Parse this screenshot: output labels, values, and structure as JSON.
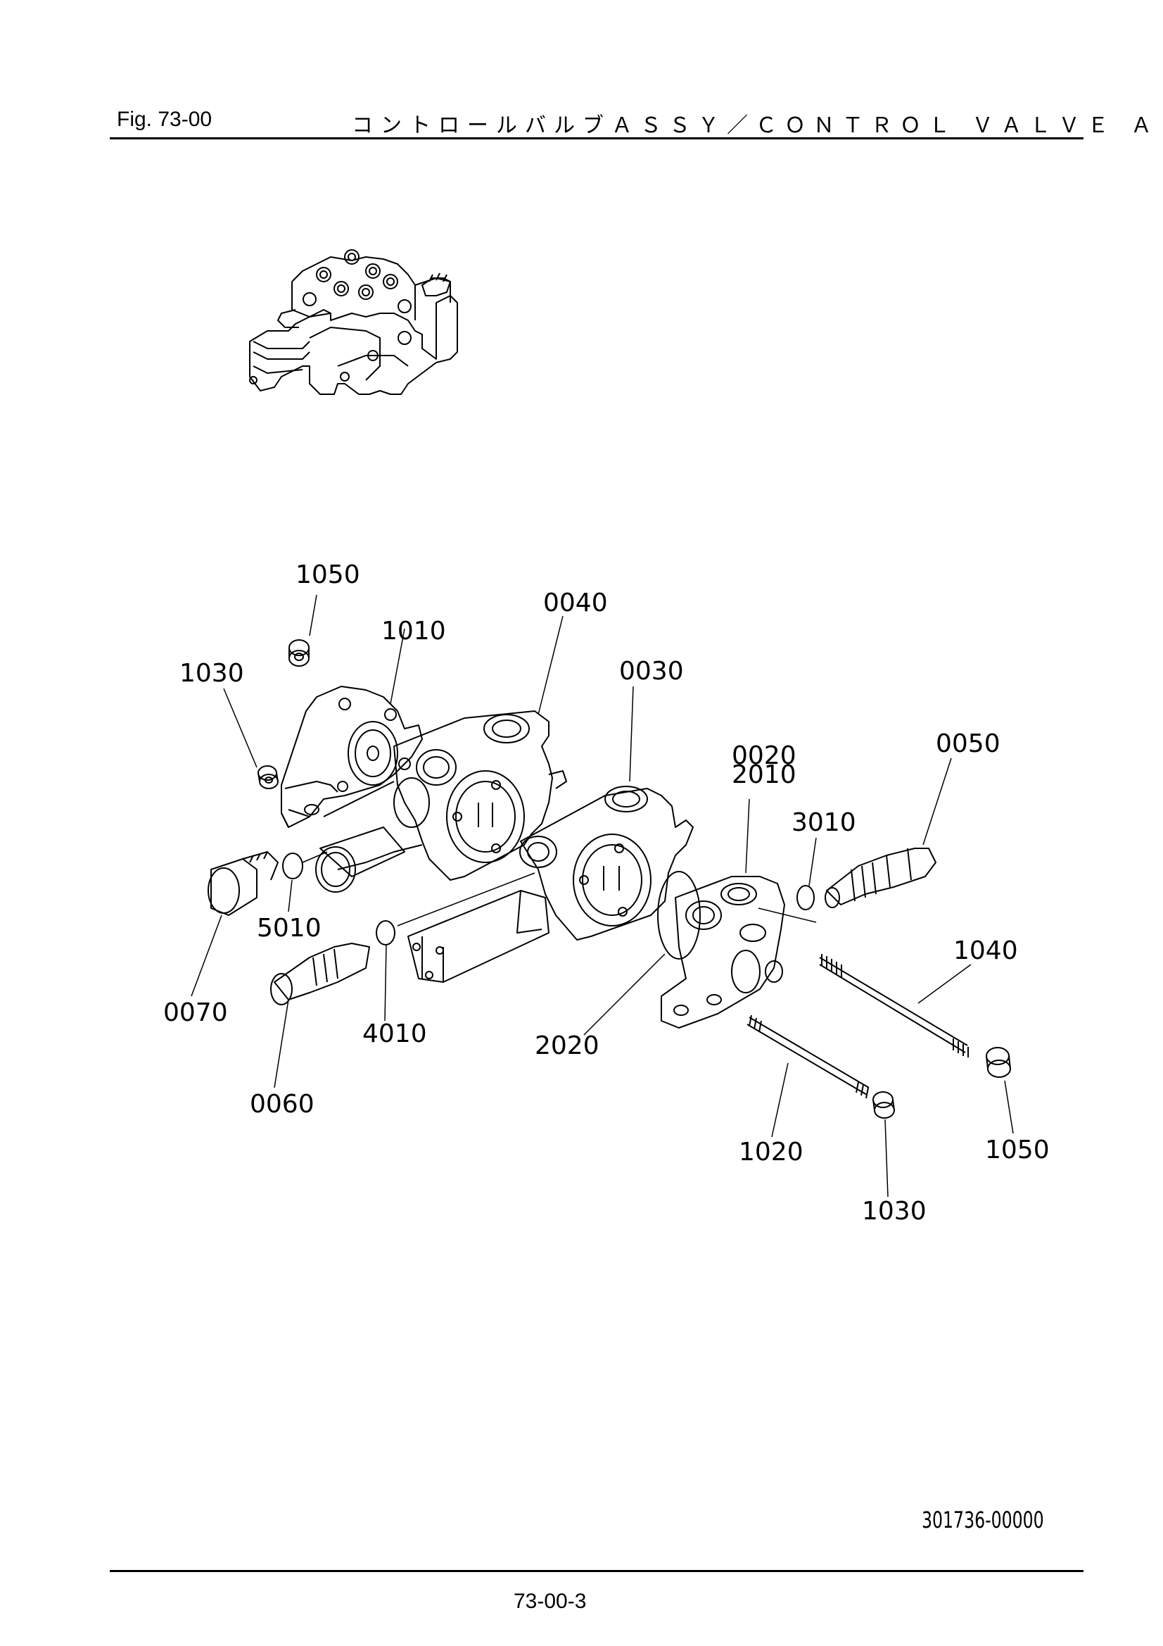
{
  "header": {
    "figure_label": "Fig.  73-00",
    "title": "コントロールバルブＡＳＳＹ／ＣＯＮＴＲＯＬ ＶＡＬＶＥ ＡＳ"
  },
  "diagram": {
    "part_labels": {
      "p1050_top": "1050",
      "p1010": "1010",
      "p0040": "0040",
      "p1030_left": "1030",
      "p0030": "0030",
      "p0020": "0020",
      "p2010": "2010",
      "p0050": "0050",
      "p3010": "3010",
      "p5010": "5010",
      "p0070": "0070",
      "p4010": "4010",
      "p2020": "2020",
      "p1040": "1040",
      "p0060": "0060",
      "p1020": "1020",
      "p1050_right": "1050",
      "p1030_bottom": "1030"
    },
    "drawing_code": "301736-00000"
  },
  "footer": {
    "page_number": "73-00-3"
  }
}
